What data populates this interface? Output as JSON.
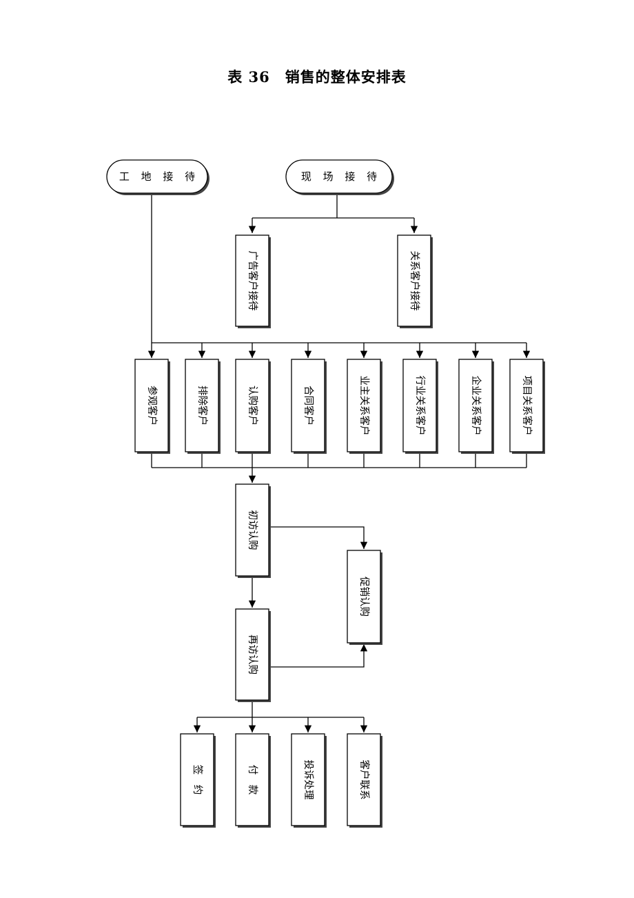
{
  "title": "表 36　销售的整体安排表",
  "start_nodes": {
    "site_reception": "工 地 接 待",
    "onsite_reception": "现 场 接 待"
  },
  "reception_types": {
    "advertising": "广告客户接待",
    "relationship": "关系客户接待"
  },
  "customer_types": [
    "参观客户",
    "排除客户",
    "认购客户",
    "合同客户",
    "业主关系客户",
    "行业关系客户",
    "企业关系客户",
    "项目关系客户"
  ],
  "subscription": {
    "first_visit": "初访认购",
    "promotion": "促销认购",
    "revisit": "再访认购"
  },
  "final_steps": [
    "签　约",
    "付　款",
    "投诉处理",
    "客户联系"
  ]
}
